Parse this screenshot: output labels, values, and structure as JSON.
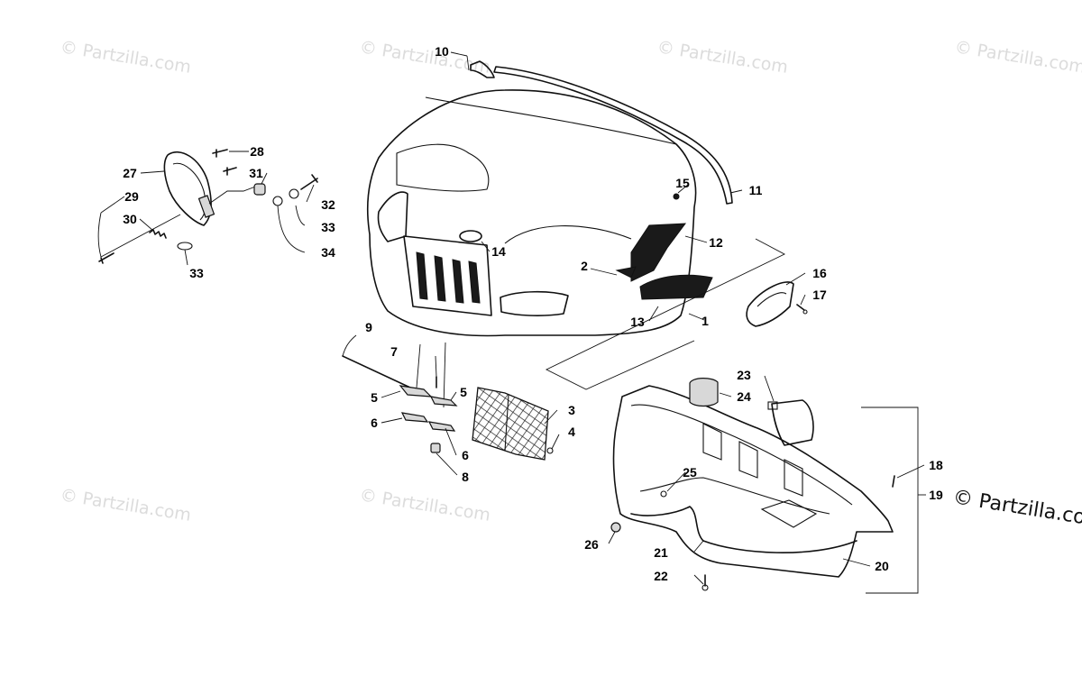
{
  "watermark": {
    "text": "© Partzilla.com",
    "strong_text": "© Partzilla.co"
  },
  "callouts": [
    {
      "id": "c1",
      "label": "1"
    },
    {
      "id": "c2",
      "label": "2"
    },
    {
      "id": "c3",
      "label": "3"
    },
    {
      "id": "c4",
      "label": "4"
    },
    {
      "id": "c5a",
      "label": "5"
    },
    {
      "id": "c5b",
      "label": "5"
    },
    {
      "id": "c6a",
      "label": "6"
    },
    {
      "id": "c6b",
      "label": "6"
    },
    {
      "id": "c7",
      "label": "7"
    },
    {
      "id": "c8",
      "label": "8"
    },
    {
      "id": "c9",
      "label": "9"
    },
    {
      "id": "c10",
      "label": "10"
    },
    {
      "id": "c11",
      "label": "11"
    },
    {
      "id": "c12",
      "label": "12"
    },
    {
      "id": "c13",
      "label": "13"
    },
    {
      "id": "c14",
      "label": "14"
    },
    {
      "id": "c15",
      "label": "15"
    },
    {
      "id": "c16",
      "label": "16"
    },
    {
      "id": "c17",
      "label": "17"
    },
    {
      "id": "c18",
      "label": "18"
    },
    {
      "id": "c19",
      "label": "19"
    },
    {
      "id": "c20",
      "label": "20"
    },
    {
      "id": "c21",
      "label": "21"
    },
    {
      "id": "c22",
      "label": "22"
    },
    {
      "id": "c23",
      "label": "23"
    },
    {
      "id": "c24",
      "label": "24"
    },
    {
      "id": "c25",
      "label": "25"
    },
    {
      "id": "c26",
      "label": "26"
    },
    {
      "id": "c27",
      "label": "27"
    },
    {
      "id": "c28",
      "label": "28"
    },
    {
      "id": "c29",
      "label": "29"
    },
    {
      "id": "c30",
      "label": "30"
    },
    {
      "id": "c31",
      "label": "31"
    },
    {
      "id": "c32",
      "label": "32"
    },
    {
      "id": "c33a",
      "label": "33"
    },
    {
      "id": "c33b",
      "label": "33"
    },
    {
      "id": "c34",
      "label": "34"
    }
  ]
}
